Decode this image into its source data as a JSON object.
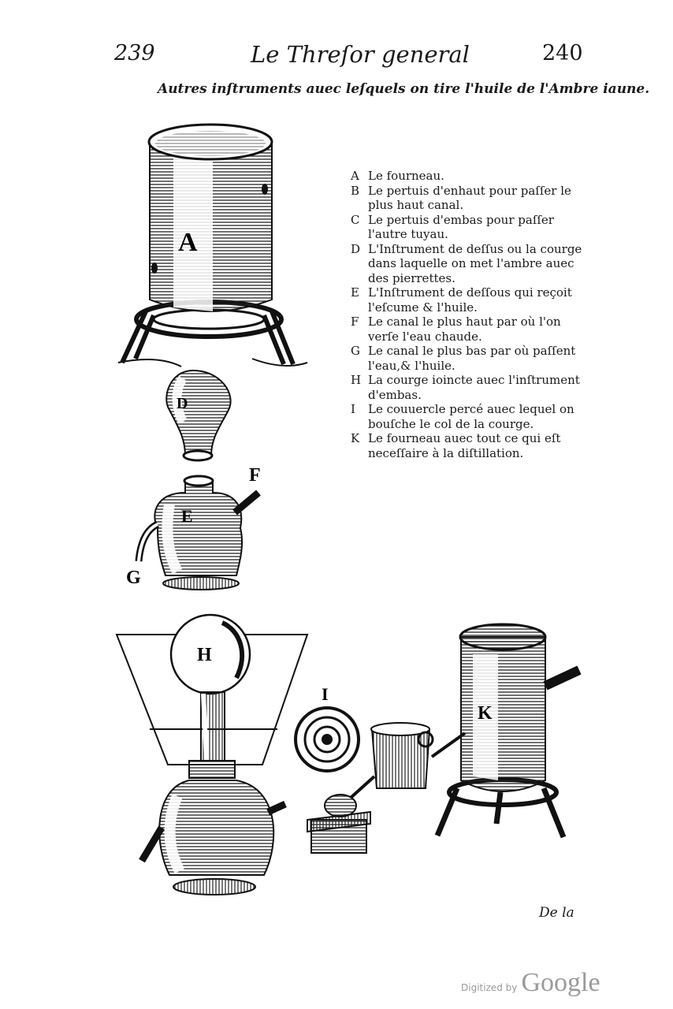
{
  "header": {
    "page_left": "239",
    "running_title": "Le Threſor general",
    "page_right": "240"
  },
  "caption": "Autres inſtruments auec leſquels on tire l'huile de l'Ambre iaune.",
  "legend": [
    {
      "key": "A",
      "text": "Le fourneau."
    },
    {
      "key": "B",
      "text": "Le pertuis d'enhaut pour paſſer le plus haut canal."
    },
    {
      "key": "C",
      "text": "Le pertuis d'embas pour paſſer l'autre tuyau."
    },
    {
      "key": "D",
      "text": "L'Inſtrument de deſſus ou la courge dans laquelle on met l'ambre auec des pierrettes."
    },
    {
      "key": "E",
      "text": "L'Inſtrument de deſſous qui reçoit l'eſcume & l'huile."
    },
    {
      "key": "F",
      "text": "Le canal le plus haut par où l'on verſe l'eau chaude."
    },
    {
      "key": "G",
      "text": "Le canal le plus bas par où paſſent l'eau,& l'huile."
    },
    {
      "key": "H",
      "text": "La courge ioincte auec l'inſtrument d'embas."
    },
    {
      "key": "I",
      "text": "Le couuercle percé auec lequel on bouſche le col de la courge."
    },
    {
      "key": "K",
      "text": "Le fourneau auec tout ce qui eſt neceſſaire à la diſtillation."
    }
  ],
  "figure_labels": {
    "A": "A",
    "D": "D",
    "E": "E",
    "F": "F",
    "G": "G",
    "H": "H",
    "I": "I",
    "K": "K"
  },
  "catchword": "De la",
  "watermark": {
    "prefix": "Digitized by",
    "brand": "Google"
  }
}
